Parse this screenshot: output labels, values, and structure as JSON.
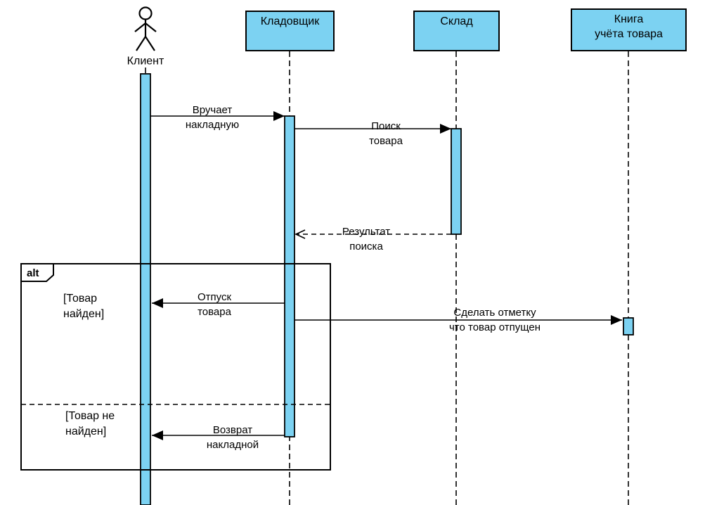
{
  "diagram": {
    "type": "uml-sequence-diagram",
    "actor": {
      "name": "Клиент"
    },
    "lifelines": [
      {
        "name": "Кладовщик"
      },
      {
        "name": "Склад"
      },
      {
        "name": "Книга\nучёта товара"
      }
    ],
    "messages": [
      {
        "text": "Вручает\nнакладную",
        "kind": "sync"
      },
      {
        "text": "Поиск\nтовара",
        "kind": "sync"
      },
      {
        "text": "Результат\nпоиска",
        "kind": "return"
      },
      {
        "text": "Отпуск\nтовара",
        "kind": "sync"
      },
      {
        "text": "Сделать отметку\nчто товар отпущен",
        "kind": "sync"
      },
      {
        "text": "Возврат\nнакладной",
        "kind": "sync"
      }
    ],
    "fragment": {
      "operator": "alt",
      "guards": [
        "[Товар\nнайден]",
        "[Товар не\nнайден]"
      ]
    },
    "colors": {
      "shape_fill": "#7CD2F2",
      "stroke": "#000000",
      "canvas": "#FFFFFF"
    }
  }
}
